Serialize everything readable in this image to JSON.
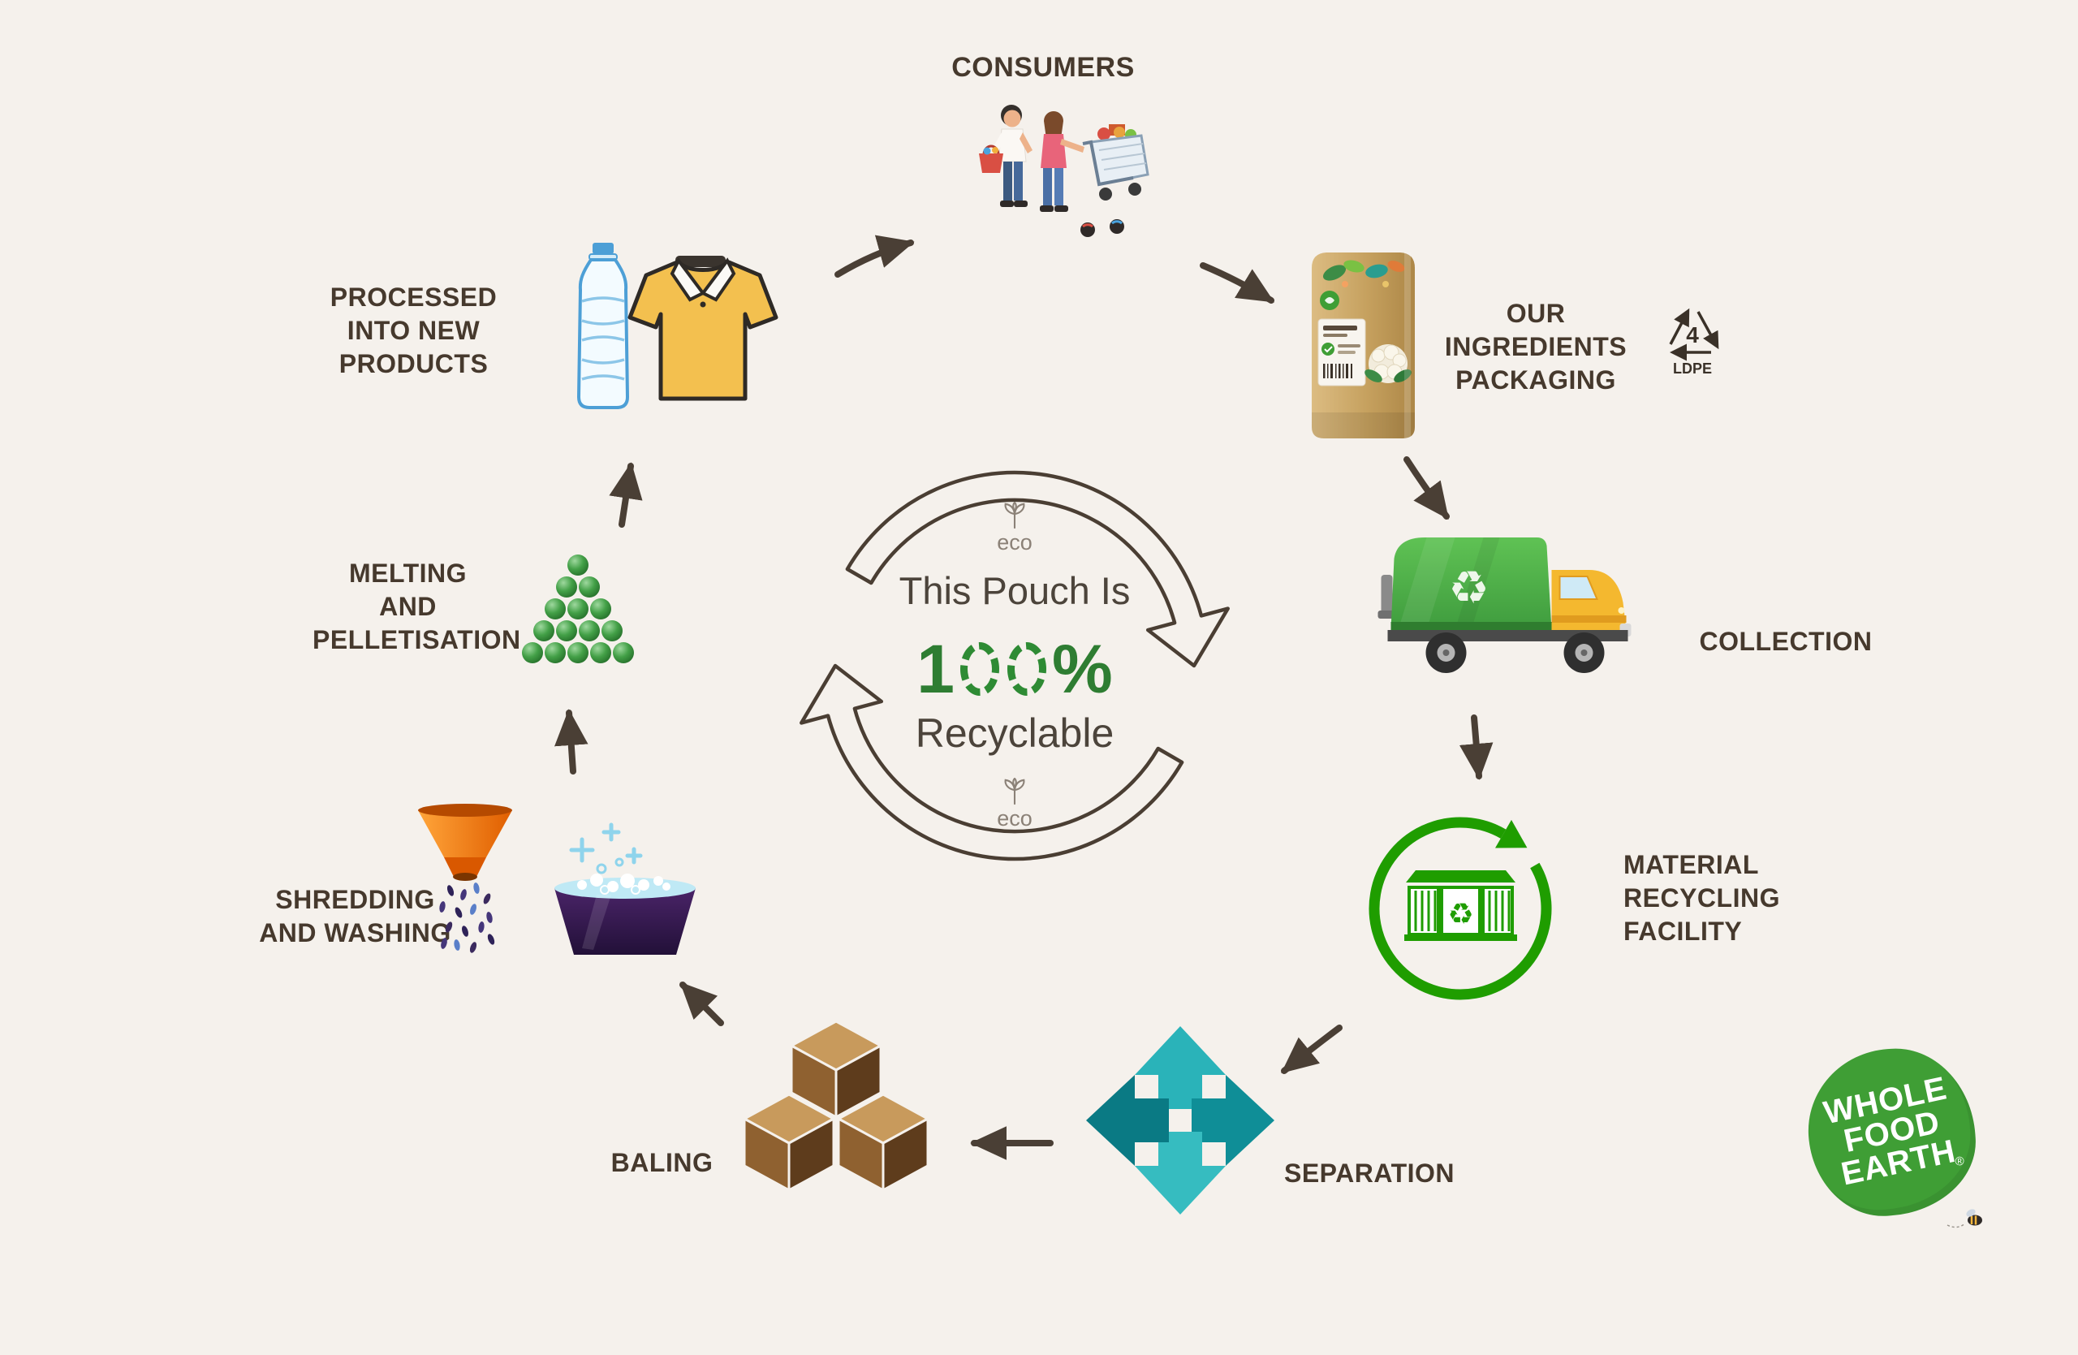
{
  "colors": {
    "background": "#f5f1ec",
    "label_text": "#46392d",
    "cycle_arrow": "#4a3e33",
    "accent_green": "#2e7d32",
    "mrf_green": "#1f9d00",
    "separation_teal": "#2ab3b9",
    "truck_green": "#4fae4a",
    "cab_yellow": "#f4b82f",
    "logo_green": "#3f9e35"
  },
  "center": {
    "eco_top": "eco",
    "line1": "This Pouch Is",
    "percent_full": "100%",
    "percent_one": "1",
    "percent_sign": "%",
    "line3": "Recyclable",
    "eco_bottom": "eco"
  },
  "stages": [
    {
      "id": "consumers",
      "label": "CONSUMERS"
    },
    {
      "id": "packaging",
      "label": "OUR INGREDIENTS\nPACKAGING"
    },
    {
      "id": "collection",
      "label": "COLLECTION"
    },
    {
      "id": "mrf",
      "label": "MATERIAL\nRECYCLING\nFACILITY"
    },
    {
      "id": "separation",
      "label": "SEPARATION"
    },
    {
      "id": "baling",
      "label": "BALING"
    },
    {
      "id": "shredding",
      "label": "SHREDDING\nAND WASHING"
    },
    {
      "id": "melting",
      "label": "MELTING\nAND\nPELLETISATION"
    },
    {
      "id": "new_products",
      "label": "PROCESSED\nINTO NEW PRODUCTS"
    }
  ],
  "ldpe": {
    "number": "4",
    "label": "LDPE"
  },
  "glyphs": {
    "recycle": "♻"
  },
  "logo": {
    "text": "WHOLE\nFOOD\nEARTH",
    "registered": "®"
  }
}
